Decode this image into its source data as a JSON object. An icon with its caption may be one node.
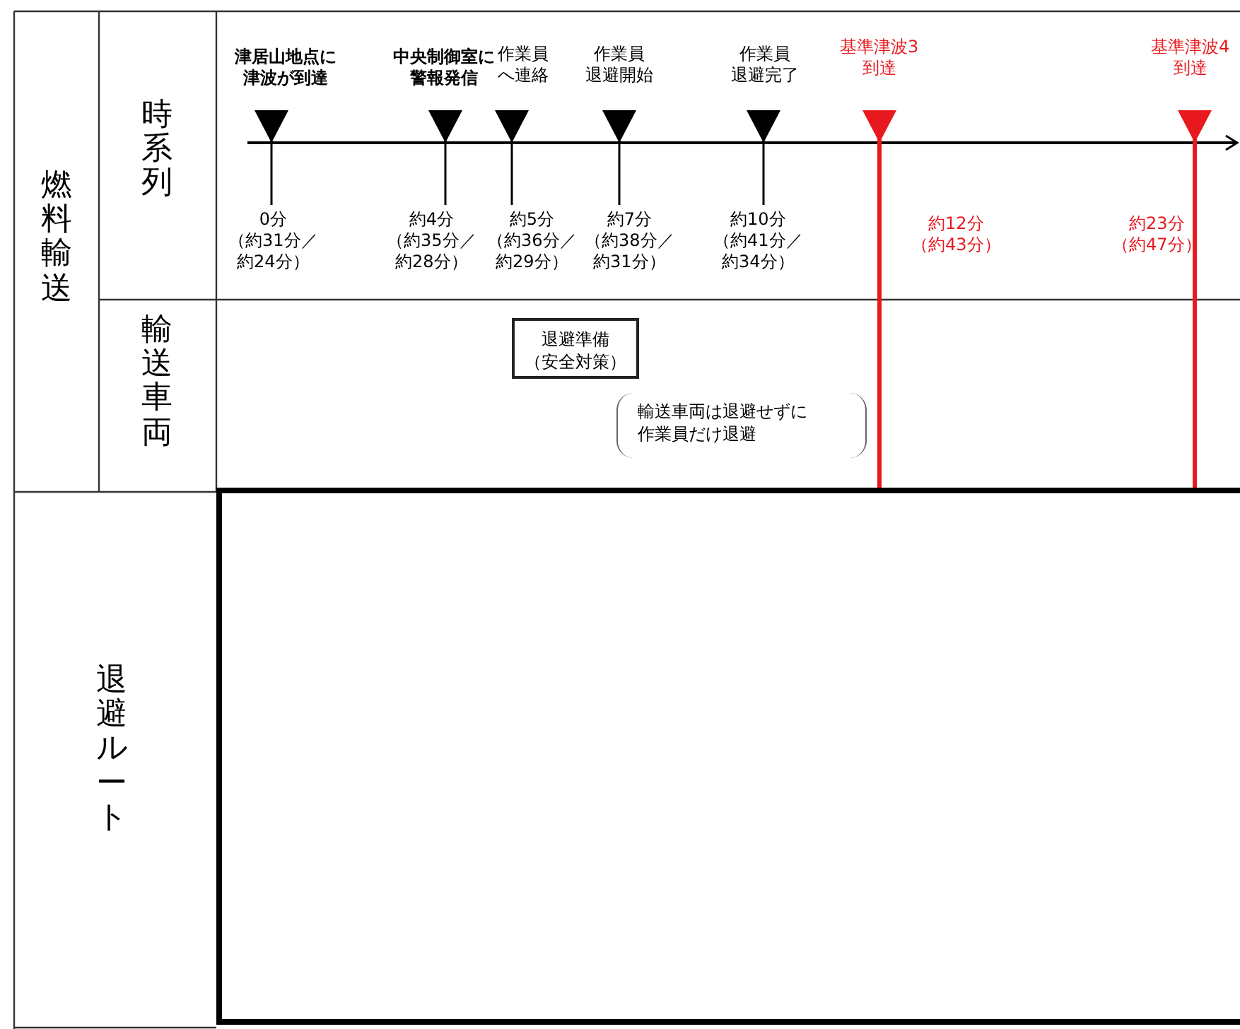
{
  "diagram": {
    "nodes": [
      {
        "text": [
          "退避準備（安全対策）"
        ]
      },
      {
        "text": [
          "輸送車両は退避せずに作業員だけ退避"
        ]
      },
      {
        "text": [],
        "shape": "box"
      }
    ],
    "labels": [
      "燃料輸送",
      "時系列",
      "津居山地点に津波が到達",
      "中央制御室に警報発信",
      "作業員へ連絡",
      "作業員退避開始",
      "作業員退避完了",
      "基準津波3到達",
      "基準津波4到達",
      "0分（約31分／約24分）",
      "約4分（約35分／約28分）",
      "約5分（約36分／約29分）",
      "約7分（約38分／約31分）",
      "約10分（約41分／約34分）",
      "約12分（約43分）",
      "約23分（約47分）",
      "輸送車両",
      "退避ルート"
    ]
  }
}
